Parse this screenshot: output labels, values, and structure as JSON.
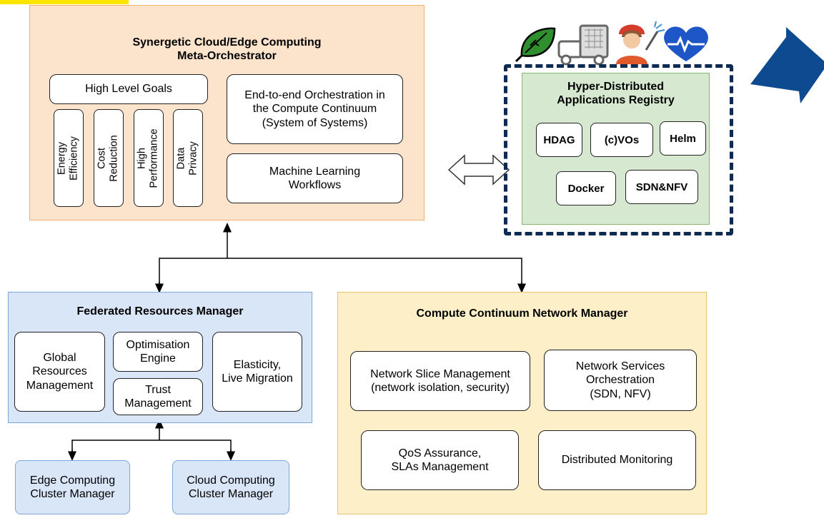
{
  "meta_orchestrator": {
    "title": "Synergetic Cloud/Edge Computing\nMeta-Orchestrator",
    "high_level_goals": "High Level Goals",
    "goals": [
      "Energy\nEfficiency",
      "Cost Reduction",
      "High Performance",
      "Data Privacy"
    ],
    "end_to_end": "End-to-end Orchestration in\nthe Compute Continuum\n(System of Systems)",
    "ml_workflows": "Machine Learning\nWorkflows"
  },
  "registry": {
    "title": "Hyper-Distributed\nApplications Registry",
    "tags": [
      "HDAG",
      "(c)VOs",
      "Helm",
      "Docker",
      "SDN&NFV"
    ]
  },
  "icons": [
    "leaf-plug-icon",
    "truck-icon",
    "firefighter-icon",
    "heartbeat-icon",
    "big-arrow-icon",
    "double-arrow-icon"
  ],
  "federated": {
    "title": "Federated Resources Manager",
    "global": "Global\nResources\nManagement",
    "optimisation": "Optimisation\nEngine",
    "trust": "Trust\nManagement",
    "elasticity": "Elasticity,\nLive Migration"
  },
  "clusters": {
    "edge": "Edge Computing\nCluster Manager",
    "cloud": "Cloud Computing\nCluster Manager"
  },
  "network": {
    "title": "Compute Continuum Network Manager",
    "slice": "Network Slice Management\n(network isolation, security)",
    "services": "Network Services\nOrchestration\n(SDN, NFV)",
    "qos": "QoS Assurance,\nSLAs Management",
    "monitoring": "Distributed Monitoring"
  },
  "colors": {
    "orchestrator_fill": "#fce3cc",
    "orchestrator_border": "#f0b070",
    "federated_fill": "#d9e6f8",
    "federated_border": "#7ea6d8",
    "network_fill": "#fdf0c8",
    "network_border": "#e7c46a",
    "registry_fill": "#d6e9d0",
    "registry_border": "#85b674",
    "dashed_border": "#0d2b52",
    "arrow_blue": "#0d4a8f"
  }
}
